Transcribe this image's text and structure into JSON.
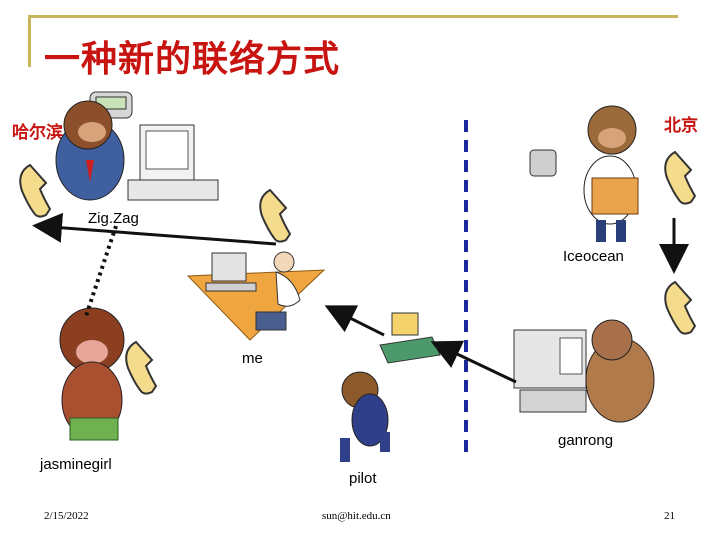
{
  "slide": {
    "title": "一种新的联络方式",
    "cities": {
      "left": "哈尔滨",
      "right": "北京"
    },
    "users": [
      {
        "id": "zigzag",
        "label": "Zig.Zag"
      },
      {
        "id": "iceocean",
        "label": "Iceocean"
      },
      {
        "id": "me",
        "label": "me"
      },
      {
        "id": "ganrong",
        "label": "ganrong"
      },
      {
        "id": "jasminegirl",
        "label": "jasminegirl"
      },
      {
        "id": "pilot",
        "label": "pilot"
      }
    ],
    "footer": {
      "date": "2/15/2022",
      "email": "sun@hit.edu.cn",
      "page": "21"
    }
  },
  "colors": {
    "title": "#c81410",
    "frame": "#c8b45a",
    "divider": "#1a2a9a",
    "phone": "#f5dc8c"
  }
}
